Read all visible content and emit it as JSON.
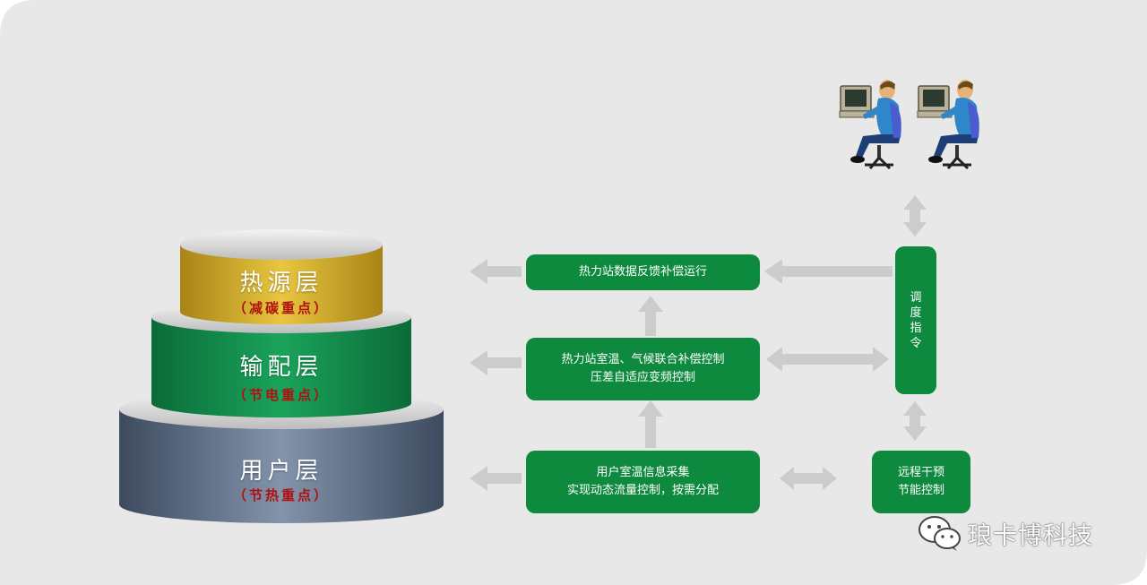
{
  "layers": [
    {
      "title": "热源层",
      "subtitle": "（减碳重点）",
      "color": "#c9a323"
    },
    {
      "title": "输配层",
      "subtitle": "（节电重点）",
      "color": "#138a4c"
    },
    {
      "title": "用户层",
      "subtitle": "（节热重点）",
      "color": "#5a6a80"
    }
  ],
  "boxes": {
    "top": {
      "line1": "热力站数据反馈补偿运行"
    },
    "middle": {
      "line1": "热力站室温、气候联合补偿控制",
      "line2": "压差自适应变频控制"
    },
    "bottom": {
      "line1": "用户室温信息采集",
      "line2": "实现动态流量控制，按需分配"
    },
    "dispatch": {
      "text": "调\n度\n指\n令"
    },
    "remote": {
      "line1": "远程干预",
      "line2": "节能控制"
    }
  },
  "brand": {
    "name": "琅卡博科技"
  },
  "colors": {
    "accent_green": "#0e8a3e",
    "background": "#e8e8e8",
    "arrow": "#cccccc"
  }
}
